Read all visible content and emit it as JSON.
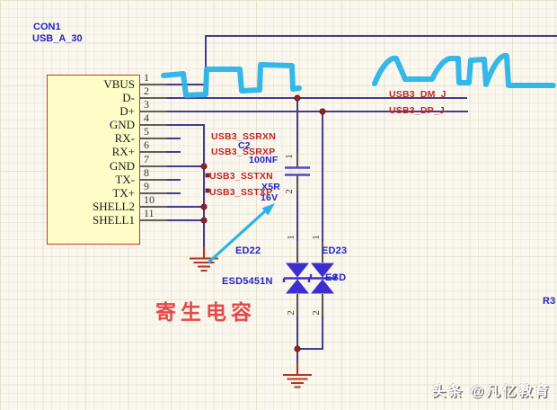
{
  "connector": {
    "refdes": "CON1",
    "library_ref": "USB_A_30",
    "pins": [
      {
        "num": "1",
        "name": "VBUS"
      },
      {
        "num": "2",
        "name": "D-"
      },
      {
        "num": "3",
        "name": "D+"
      },
      {
        "num": "4",
        "name": "GND"
      },
      {
        "num": "5",
        "name": "RX-"
      },
      {
        "num": "6",
        "name": "RX+"
      },
      {
        "num": "7",
        "name": "GND"
      },
      {
        "num": "8",
        "name": "TX-"
      },
      {
        "num": "9",
        "name": "TX+"
      },
      {
        "num": "10",
        "name": "SHELL2"
      },
      {
        "num": "11",
        "name": "SHELL1"
      }
    ]
  },
  "net_labels": {
    "ssrxn": "USB3_SSRXN",
    "ssrxp": "USB3_SSRXP",
    "sstxn": "USB3_SSTXN",
    "sstxp": "USB3_SSTXP",
    "dm": "USB3_DM_J",
    "dp": "USB3_DP_J"
  },
  "capacitor": {
    "refdes": "C2",
    "value": "100NF",
    "dielectric": "X5R",
    "voltage": "16V",
    "pin_1": "1",
    "pin_2": "2"
  },
  "diode_left": {
    "refdes": "ED22",
    "part": "ESD5451N",
    "pin_1": "1",
    "pin_2": "2"
  },
  "diode_right": {
    "refdes": "ED23",
    "part_visible": "ESD",
    "pin_1": "1",
    "pin_2": "2"
  },
  "resistor": {
    "refdes": "R3"
  },
  "annotations": {
    "parasitic_capacitance": "寄生电容",
    "watermark": "头条 @凡亿教育"
  },
  "colors": {
    "bg": "#faf7ee",
    "gridminor": "#f0ebdd",
    "gridmajor": "#e7e1d0",
    "wire": "#423c8f",
    "pin": "#2e2a26",
    "netlabel": "#c42727",
    "designator": "#2424c8",
    "border": "#c23a2b",
    "fill": "#fdfdc8",
    "ground": "#b33527",
    "diode": "#3d2ed2",
    "capplate": "#5546c4",
    "junction": "#8e2426",
    "sketch": "#29b4e9",
    "anno": "#e54848"
  }
}
